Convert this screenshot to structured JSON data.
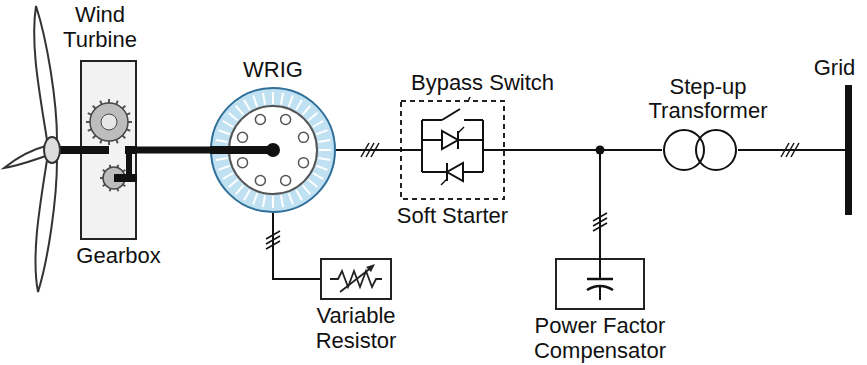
{
  "diagram": {
    "nodes": [
      {
        "text": [
          "Gearbox"
        ]
      },
      {
        "text": [
          "WRIG"
        ]
      },
      {
        "text": [
          "Variable Resistor"
        ]
      },
      {
        "text": [
          "Bypass Switch",
          "Soft Starter"
        ]
      },
      {
        "text": [
          "Power Factor Compensator"
        ]
      },
      {
        "text": [
          "Step-up Transformer"
        ]
      },
      {
        "text": [
          "Grid"
        ]
      }
    ],
    "edges": [
      {
        "from": 0,
        "to": 1,
        "arrow": "none"
      },
      {
        "from": 1,
        "to": 2,
        "arrow": "none"
      },
      {
        "from": 1,
        "to": 3,
        "arrow": "none"
      },
      {
        "from": 3,
        "to": 5,
        "arrow": "none"
      },
      {
        "from": 3,
        "to": 4,
        "arrow": "none"
      },
      {
        "from": 5,
        "to": 6,
        "arrow": "none"
      }
    ],
    "labels": [
      "Wind Turbine"
    ]
  }
}
